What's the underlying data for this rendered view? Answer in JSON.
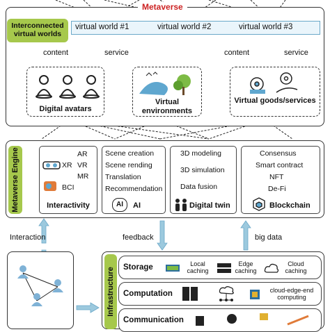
{
  "metaverse_title": "Metaverse",
  "interconnected_label": "Interconnected virtual worlds",
  "virtual_worlds": [
    "virtual world #1",
    "virtual world #2",
    "virtual world #3"
  ],
  "flow_labels": {
    "content_left": "content",
    "service_left": "service",
    "content_right": "content",
    "service_right": "service",
    "interaction": "Interaction",
    "feedback": "feedback",
    "big_data": "big data"
  },
  "components": {
    "avatars": "Digital avatars",
    "environments": "Virtual environments",
    "goods": "Virtual goods/services"
  },
  "engine": {
    "side_label": "Metaverse Engine",
    "interactivity": {
      "xr": "XR",
      "ar": "AR",
      "vr": "VR",
      "mr": "MR",
      "bci": "BCI",
      "title": "Interactivity"
    },
    "ai": {
      "items": [
        "Scene creation",
        "Scene rending",
        "Translation",
        "Recommendation"
      ],
      "title": "AI",
      "badge": "AI"
    },
    "twin": {
      "items": [
        "3D modeling",
        "3D simulation",
        "Data fusion"
      ],
      "title": "Digital twin"
    },
    "blockchain": {
      "items": [
        "Consensus",
        "Smart contract",
        "NFT",
        "De-Fi"
      ],
      "title": "Blockchain"
    }
  },
  "infrastructure": {
    "side_label": "Infrastructure",
    "storage": {
      "title": "Storage",
      "local": "Local caching",
      "edge": "Edge caching",
      "cloud": "Cloud caching"
    },
    "computation": {
      "title": "Computation",
      "cloud_edge": "cloud-edge-end computing"
    },
    "communication": {
      "title": "Communication"
    }
  },
  "colors": {
    "green": "#a6c84c",
    "arrow_blue": "#9cc9de",
    "world_border": "#6aa8c8",
    "red_title": "#cc2222"
  }
}
